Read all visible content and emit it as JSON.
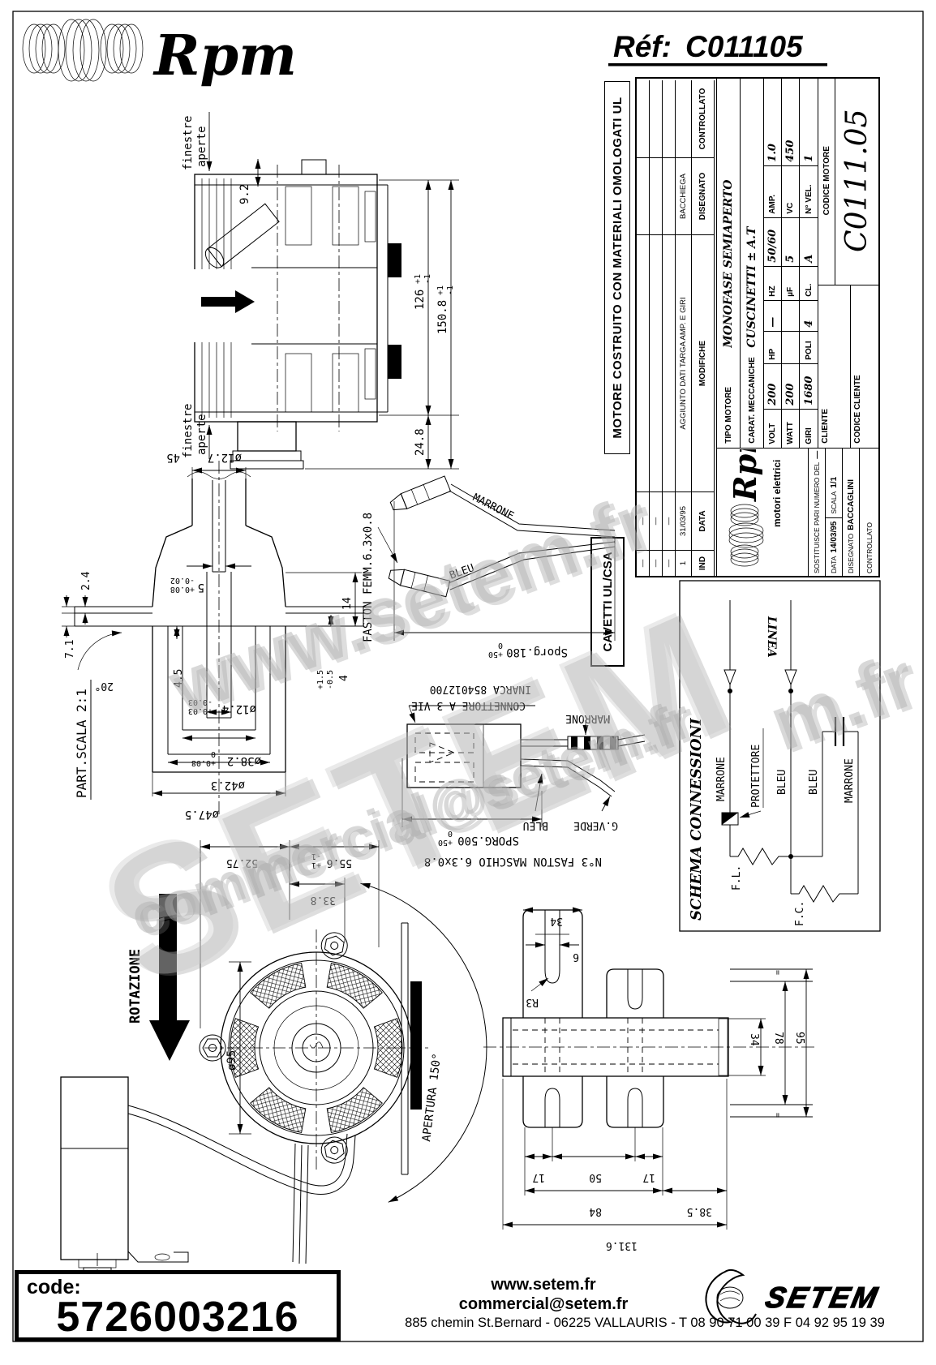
{
  "header": {
    "brand": "Rpm",
    "ref_label": "Réf:",
    "ref_value": "C011105"
  },
  "side_note": "MOTORE COSTRUITO CON MATERIALI OMOLOGATI UL",
  "cavetti_note": "CAVETTI UL/CSA",
  "title_block": {
    "dash": "—",
    "rev": {
      "ind": "IND",
      "data": "DATA",
      "modifiche": "MODIFICHE",
      "disegnato": "DISEGNATO",
      "controllato": "CONTROLLATO",
      "r1_ind": "1",
      "r1_data": "31/03/95",
      "r1_modifiche": "AGGIUNTO DATI TARGA AMP. E GIRI",
      "r1_disegnato": "BACCHIEGA"
    },
    "logo": {
      "name": "Rpm",
      "sub": "motori elettrici"
    },
    "tipo_label": "TIPO MOTORE",
    "tipo_value": "MONOFASE SEMIAPERTO",
    "carat_label": "CARAT. MECCANICHE",
    "carat_value": "CUSCINETTI ± A.T",
    "specs": {
      "volt_l": "VOLT",
      "volt": "200",
      "hp_l": "HP",
      "hp": "—",
      "hz_l": "HZ",
      "hz": "50/60",
      "amp_l": "AMP.",
      "amp": "1.0",
      "watt_l": "WATT",
      "watt": "200",
      "uf_l": "µF",
      "uf": "5",
      "vc_l": "VC",
      "vc": "450",
      "giri_l": "GIRI",
      "giri": "1680",
      "poli_l": "POLI",
      "poli": "4",
      "cl_l": "CL.",
      "cl": "A",
      "nvel_l": "N° VEL.",
      "nvel": "1"
    },
    "sost_label": "SOSTITUISCE PARI NUMERO DEL",
    "sost_value": "—",
    "data_label": "DATA",
    "data_value": "14/03/95",
    "scala_label": "SCALA",
    "scala_value": "1/1",
    "disegnato_label": "DISEGNATO",
    "disegnato_value": "BACCAGLINI",
    "controllato_label": "CONTROLLATO",
    "cliente_label": "CLIENTE",
    "codice_cliente_label": "CODICE CLIENTE",
    "codice_motore_label": "CODICE MOTORE",
    "codice_motore": "C0111.05"
  },
  "schema": {
    "title": "SCHEMA CONNESSIONI",
    "linea": "LINEA",
    "marrone1": "MARRONE",
    "protettore": "PROTETTORE",
    "bleu1": "BLEU",
    "bleu2": "BLEU",
    "marrone2": "MARRONE",
    "fl": "F.L.",
    "fc": "F.C."
  },
  "side_view": {
    "finestre1": "finestre",
    "aperte1": "aperte",
    "finestre2": "finestre",
    "aperte2": "aperte",
    "d92": "9.2",
    "d126": "126",
    "d126p": "+1",
    "d126m": "-1",
    "d1508": "150.8",
    "d1508p": "+1",
    "d1508m": "-1",
    "d248": "24.8"
  },
  "shaft_detail": {
    "title": "PART.SCALA 2:1",
    "d127": "ø12.7",
    "d45": "45",
    "d5": "5",
    "d5p": "+0.08",
    "d5m": "-0.02",
    "d24": "2.4",
    "d71": "7.1",
    "d20": "20°",
    "d45b": "4.5",
    "d14": "14",
    "d15p": "+1.5",
    "d05m": "-0.5",
    "d4": "4",
    "d124": "ø12.4",
    "d124p": "+0.03",
    "d124m": "-0.03",
    "d382": "ø38.2",
    "d382p": "+0.08",
    "d382m": "0",
    "d423": "ø42.3",
    "d475": "ø47.5"
  },
  "cable_detail": {
    "title": "FASTON FEMM.6.3x0.8",
    "marrone": "MARRONE",
    "bleu": "BLEU",
    "sporg180": "Sporg.180",
    "sporg180p": "+50",
    "sporg180m": "0",
    "connettore": "CONNETTORE A 3 VIE",
    "inarca": "INARCA 854012700",
    "marrone2": "MARRONE",
    "bleu2": "BLEU",
    "gverde": "G.VERDE",
    "sporg500": "SPORG.500",
    "sporg500p": "+50",
    "sporg500m": "0",
    "faston_maschio": "N°3 FASTON MASCHIO 6.3x0.8"
  },
  "front_view": {
    "rotazione": "ROTAZIONE",
    "d95": "ø95",
    "d5275": "52.75",
    "d556": "55.6",
    "d556p": "+1",
    "d556m": "-1",
    "d338": "33.8",
    "apertura": "APERTURA 150°"
  },
  "bracket_view": {
    "d34t": "34",
    "d6": "6",
    "r3": "R3",
    "d34r": "34",
    "d78": "78",
    "d95": "95",
    "d17a": "17",
    "d50": "50",
    "d17b": "17",
    "d84": "84",
    "d385": "38.5",
    "d1316": "131.6",
    "eq1": "=",
    "eq2": "="
  },
  "watermark": {
    "line1": "www.setem.fr",
    "line2": "SETEM",
    "line3": "commercial@setem.fr",
    "line4": "m.fr"
  },
  "footer": {
    "code_label": "code:",
    "code_value": "5726003216",
    "site": "www.setem.fr",
    "email": "commercial@setem.fr",
    "address": "885 chemin St.Bernard  -  06225 VALLAURIS  -  T 08 90 71 00 39   F 04 92 95 19 39",
    "brand": "SETEM"
  }
}
